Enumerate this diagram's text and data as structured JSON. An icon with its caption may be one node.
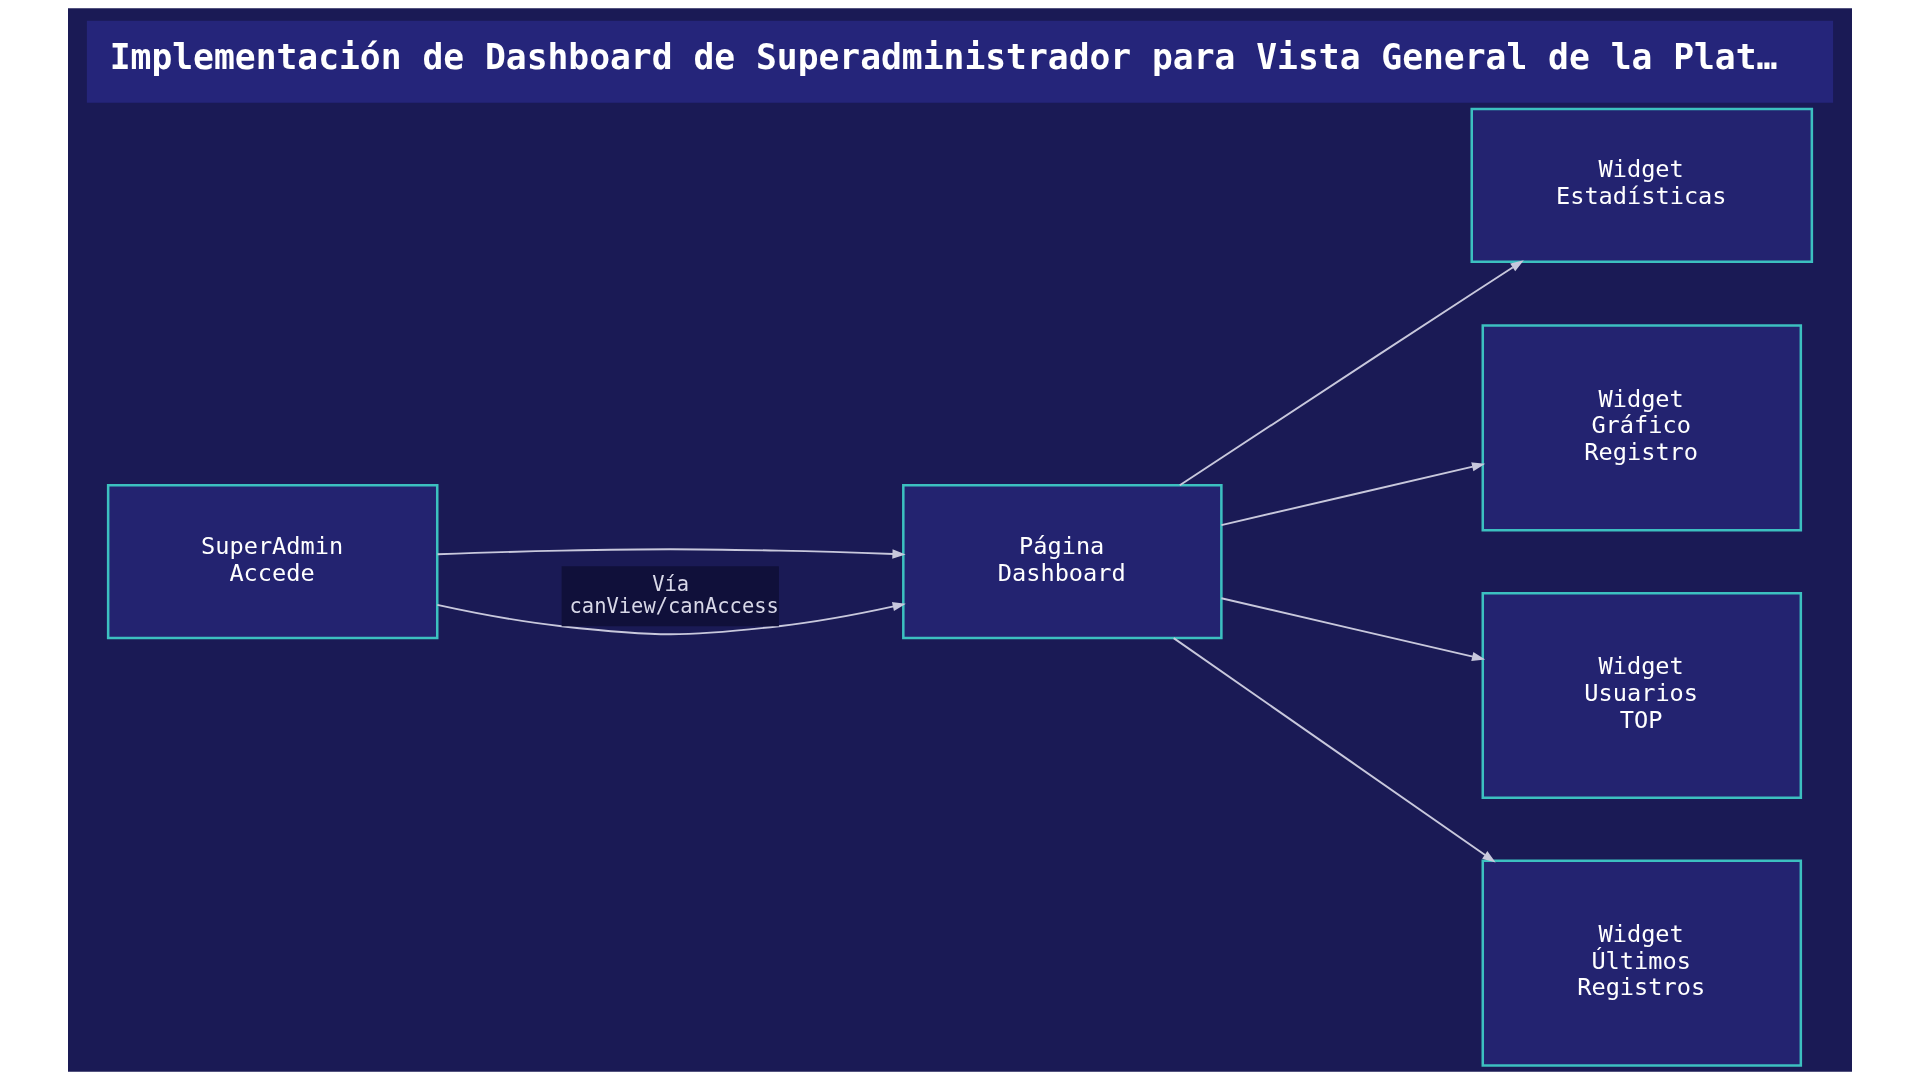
{
  "diagram": {
    "title": "Implementación de Dashboard de Superadministrador para Vista General de la Plat…",
    "nodes": [
      {
        "text": [
          "SuperAdmin Accede"
        ]
      },
      {
        "text": [
          "Página Dashboard"
        ]
      },
      {
        "text": [
          "Widget Estadísticas"
        ]
      },
      {
        "text": [
          "Widget Gráfico Registro"
        ]
      },
      {
        "text": [
          "Widget Usuarios TOP"
        ]
      },
      {
        "text": [
          "Widget Últimos Registros"
        ]
      }
    ],
    "edges": [
      {
        "from": 0,
        "to": 1,
        "arrow": "to"
      },
      {
        "from": 0,
        "to": 1,
        "arrow": "to",
        "label": "Vía canView/canAccess"
      },
      {
        "from": 1,
        "to": 2,
        "arrow": "to"
      },
      {
        "from": 1,
        "to": 3,
        "arrow": "to"
      },
      {
        "from": 1,
        "to": 4,
        "arrow": "to"
      },
      {
        "from": 1,
        "to": 5,
        "arrow": "to"
      }
    ]
  }
}
